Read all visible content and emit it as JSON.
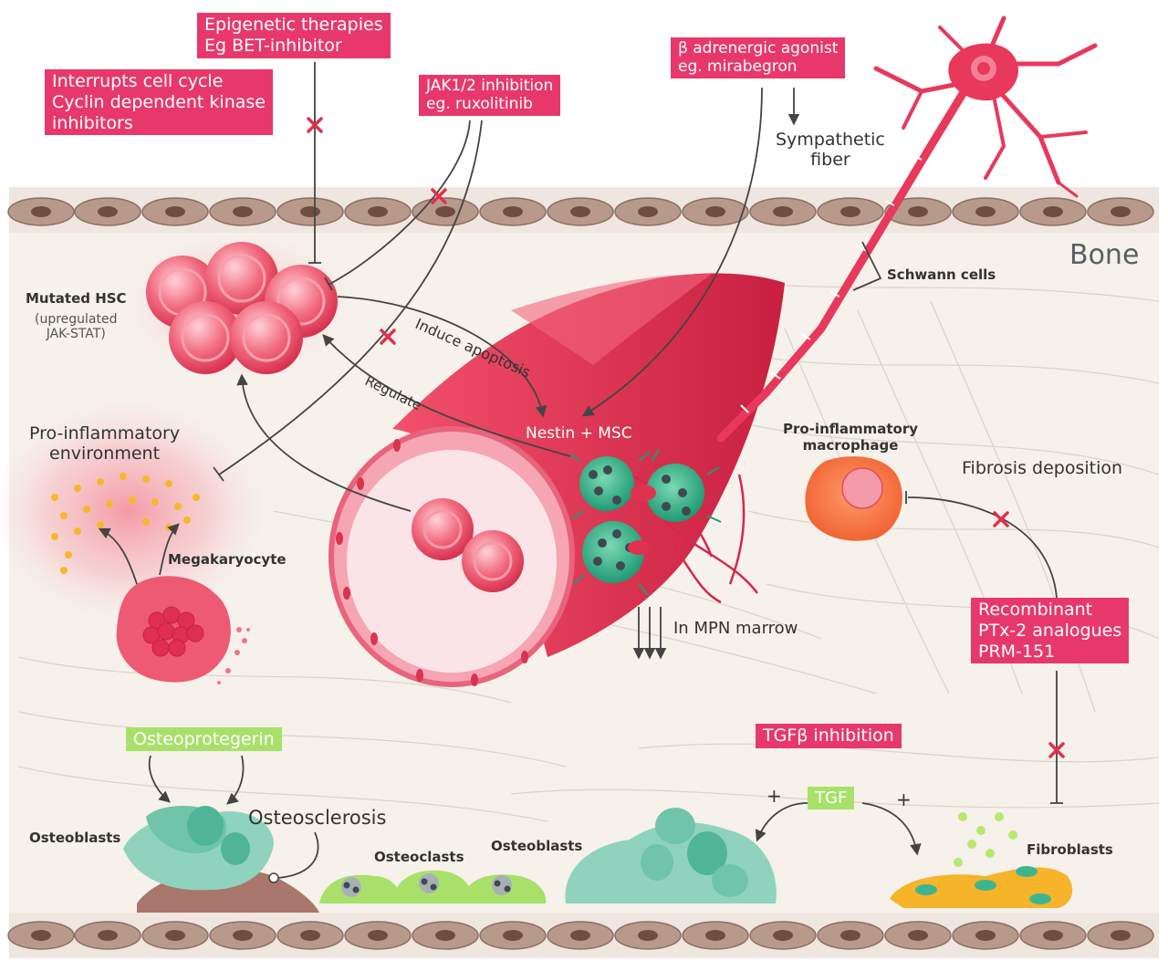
{
  "boxes": {
    "epigenetic": [
      "Epigenetic therapies",
      "Eg BET-inhibitor"
    ],
    "cell_cycle": [
      "Interrupts cell cycle",
      "Cyclin dependent kinase",
      "inhibitors"
    ],
    "jak": [
      "JAK1/2 inhibition",
      "eg. ruxolitinib"
    ],
    "beta": [
      "β adrenergic agonist",
      "eg. mirabegron"
    ],
    "recombinant": [
      "Recombinant",
      "PTx-2 analogues",
      "PRM-151"
    ],
    "tgfb_inhibition": "TGFβ inhibition",
    "osteoprotegerin": "Osteoprotegerin",
    "tgf": "TGF"
  },
  "labels": {
    "sympathetic": [
      "Sympathetic",
      "fiber"
    ],
    "bone": "Bone",
    "schwann": "Schwann cells",
    "mutated_hsc": "Mutated HSC",
    "upregulated": [
      "(upregulated",
      "JAK-STAT)"
    ],
    "pro_inflammatory_env": [
      "Pro-inflammatory",
      "environment"
    ],
    "megakaryocyte": "Megakaryocyte",
    "induce_apoptosis": "Induce apoptosis",
    "regulate": "Regulate",
    "nestin_msc": "Nestin + MSC",
    "pro_inflammatory_macrophage": [
      "Pro-inflammatory",
      "macrophage"
    ],
    "fibrosis_deposition": "Fibrosis deposition",
    "in_mpn_marrow": "In MPN marrow",
    "osteoblasts_left": "Osteoblasts",
    "osteosclerosis": "Osteosclerosis",
    "osteoclasts": "Osteoclasts",
    "osteoblasts_right": "Osteoblasts",
    "fibroblasts": "Fibroblasts",
    "plus_left": "+",
    "plus_right": "+"
  },
  "colors": {
    "pink_box": "#e8386b",
    "green_box": "#a8e06a",
    "marrow": "#f6f1ea",
    "bone_cell": "#b79a8c",
    "vessel": "#e43d5d",
    "msc": "#3fb58f"
  }
}
